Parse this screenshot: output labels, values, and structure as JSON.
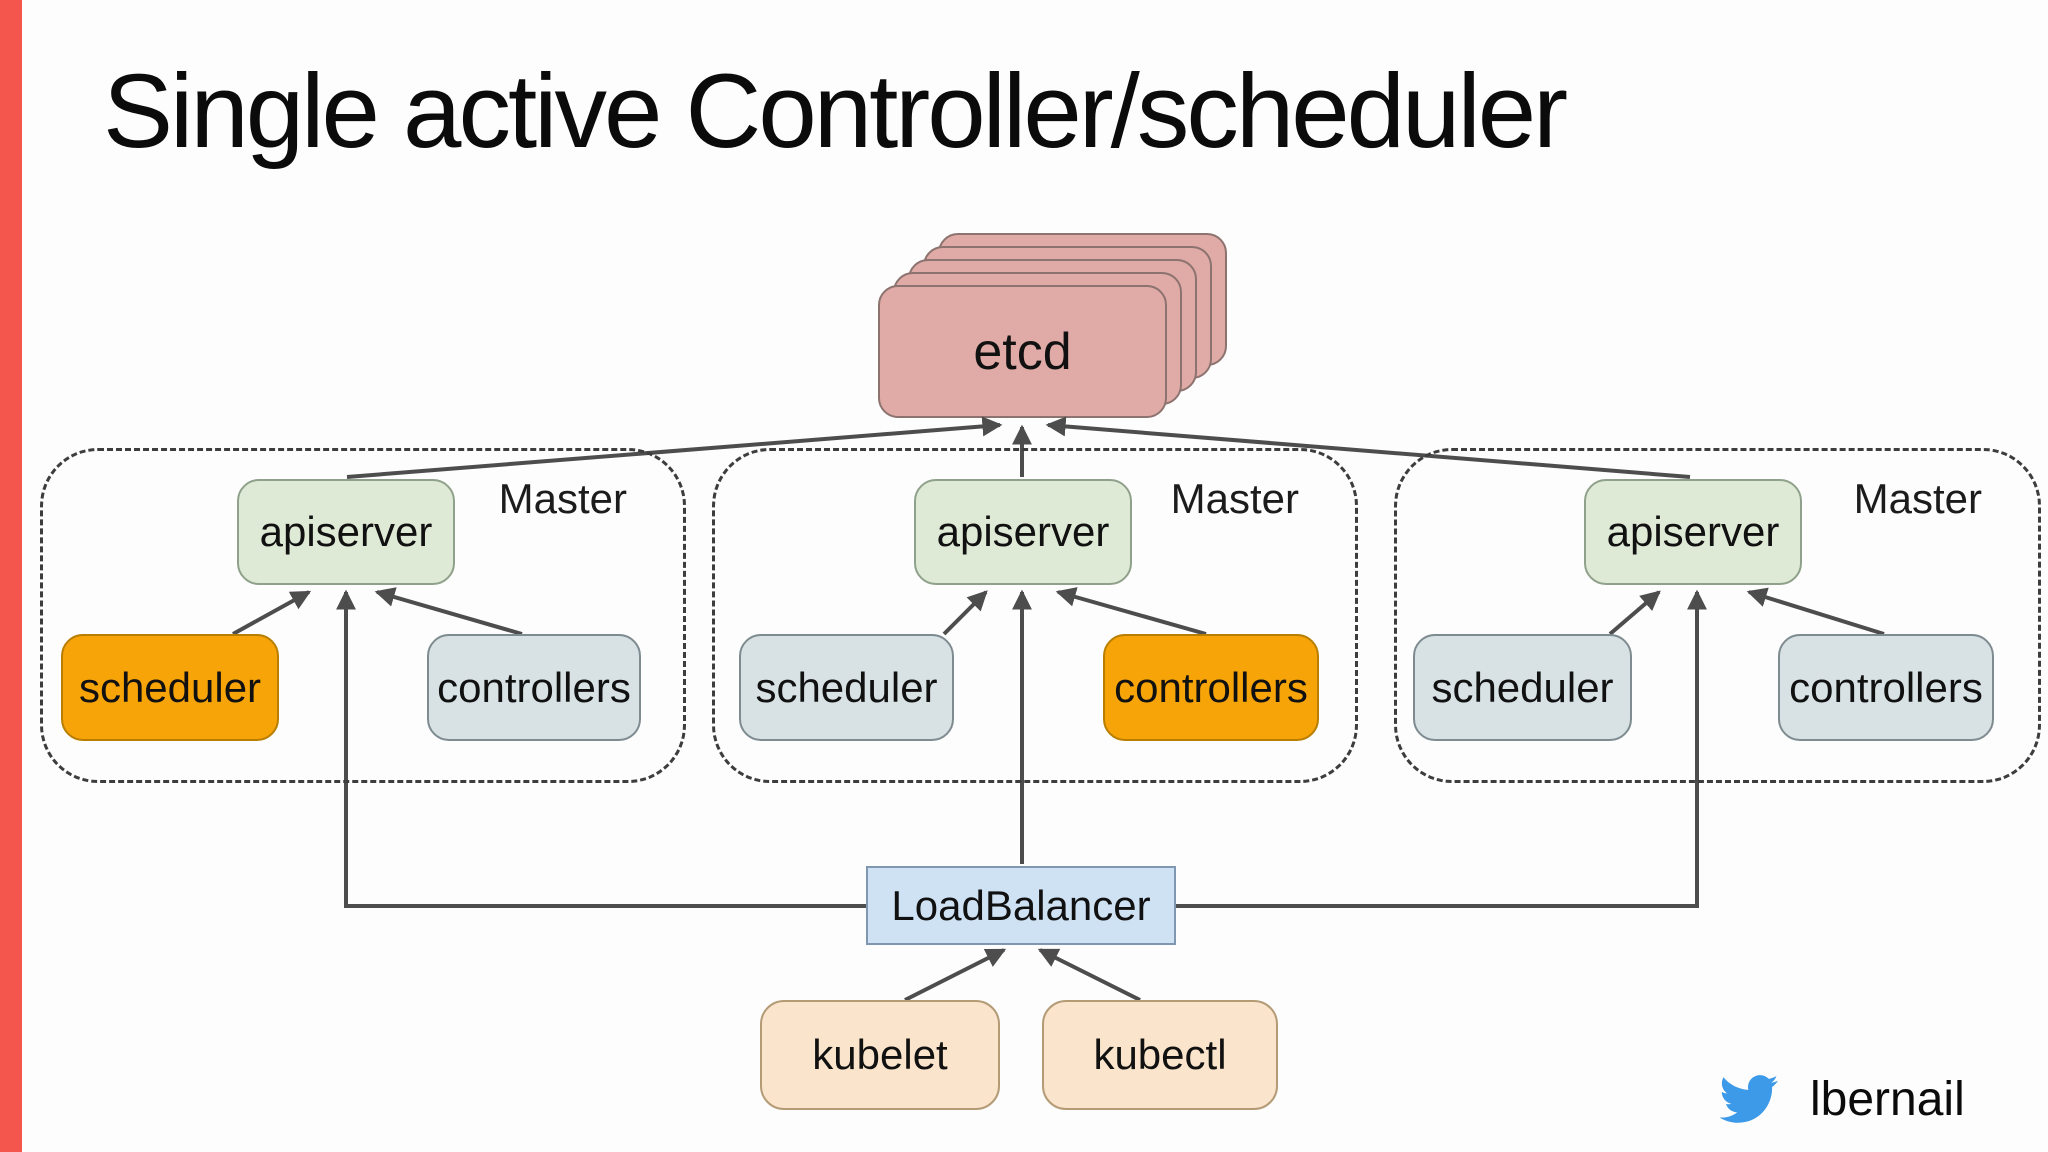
{
  "slide": {
    "title": "Single active Controller/scheduler"
  },
  "diagram": {
    "etcd": {
      "label": "etcd",
      "stack_count": 5
    },
    "masters": [
      {
        "label": "Master",
        "apiserver_label": "apiserver",
        "scheduler_label": "scheduler",
        "controllers_label": "controllers",
        "active_component": "scheduler"
      },
      {
        "label": "Master",
        "apiserver_label": "apiserver",
        "scheduler_label": "scheduler",
        "controllers_label": "controllers",
        "active_component": "controllers"
      },
      {
        "label": "Master",
        "apiserver_label": "apiserver",
        "scheduler_label": "scheduler",
        "controllers_label": "controllers",
        "active_component": "none"
      }
    ],
    "loadbalancer_label": "LoadBalancer",
    "kubelet_label": "kubelet",
    "kubectl_label": "kubectl"
  },
  "colors": {
    "accent_bar": "#f4564d",
    "etcd_fill": "#e0aba6",
    "etcd_border": "#8d7370",
    "apiserver_fill": "#dfead6",
    "apiserver_border": "#8fa18a",
    "component_fill": "#d8e2e5",
    "component_border": "#7e8c91",
    "active_fill": "#f7a408",
    "active_border": "#b97e00",
    "loadbalancer_fill": "#cfe2f3",
    "loadbalancer_border": "#7f97b0",
    "client_fill": "#fae5cc",
    "client_border": "#b49b76",
    "arrow": "#4d4d4d",
    "dashed_border": "#3d3d3d",
    "twitter_blue": "#3d9ae8"
  },
  "footer": {
    "twitter_handle": "lbernail"
  }
}
